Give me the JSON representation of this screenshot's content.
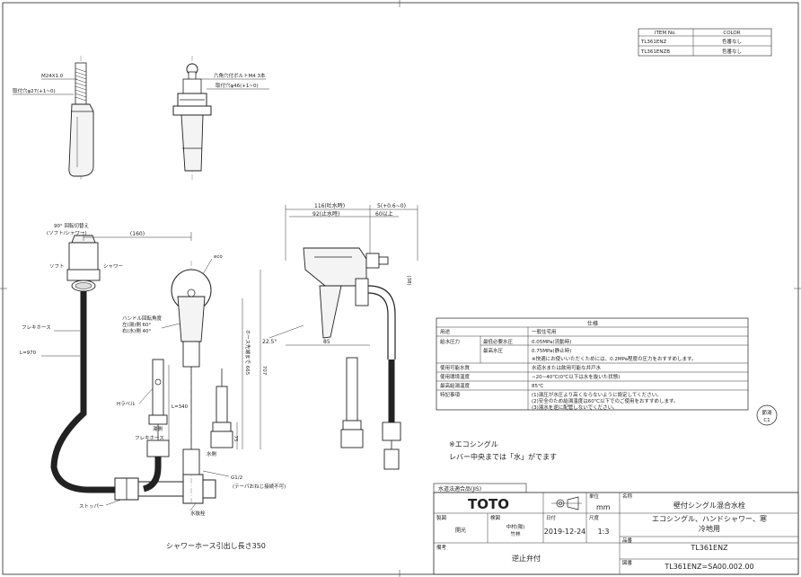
{
  "color_table": {
    "headers": [
      "ITEM No.",
      "COLOR"
    ],
    "rows": [
      [
        "TL361ENZ",
        "色番なし"
      ],
      [
        "TL361ENZB",
        "色番なし"
      ]
    ]
  },
  "top_labels": {
    "thread": "M24X1.0",
    "mount_hole_left": "取付穴φ27(+1~0)",
    "hex_bolt": "六角穴付ボルトM4 3本",
    "mount_hole_right": "取付穴φ46(+1~0)"
  },
  "dimensions": {
    "d116": "116(吐水時)",
    "d5": "5(+0.6~0)",
    "d92": "92(止水時)",
    "d60": "60以上",
    "d160": "(160)",
    "d38": "(38)",
    "d85": "85",
    "angle": "22.5°",
    "d665": "ホース先端まで 665",
    "d707": "707",
    "d75": "75",
    "l340": "L=340",
    "l970": "L=970"
  },
  "left_labels": {
    "rotation": "90° 回転切替え",
    "rotation_sub": "(ソフト/シャワー)",
    "soft": "ソフト",
    "shower": "シャワー",
    "flex_hose": "フレキホース",
    "handle_angle": "ハンドル回転角度",
    "handle_left": "左(湯)側 60°",
    "handle_right": "右(水)側 40°",
    "eco": "eco",
    "h_label": "Hラベル",
    "hot_side": "湯側",
    "flex_hose2": "フレキホース",
    "cold_side": "水側",
    "g12": "G1/2",
    "g12_sub": "(テーパおねじ接続不可)",
    "stopper": "ストッパー",
    "water_valve": "水抜栓",
    "shower_length": "シャワーホース引出し長さ350"
  },
  "spec": {
    "title": "仕様",
    "rows": [
      {
        "k1": "用途",
        "k2": "",
        "v": "一般住宅用"
      },
      {
        "k1": "給水圧力",
        "k2": "最低必要水圧",
        "v": "0.05MPa(流動時)"
      },
      {
        "k1": "",
        "k2": "最高水圧",
        "v": "0.75MPa(静止時)"
      },
      {
        "k1": "",
        "k2": "",
        "v": "※快適にお使いいただくためには、0.2MPa程度の圧力をおすすめします。"
      },
      {
        "k1": "使用可能水質",
        "k2": "",
        "v": "水道水または飲用可能な井戸水"
      },
      {
        "k1": "使用環境温度",
        "k2": "",
        "v": "−20~40℃(0℃以下は水を抜いた状態)"
      },
      {
        "k1": "最高給湯温度",
        "k2": "",
        "v": "85℃"
      },
      {
        "k1": "特記事項",
        "k2": "",
        "v": "(1)湯圧が水圧より高くならないように設定してください。"
      },
      {
        "k1": "",
        "k2": "",
        "v": "(2)安全のため給湯温度は60℃以下でのご使用をおすすめします。"
      },
      {
        "k1": "",
        "k2": "",
        "v": "(3)湯水を逆に配管しないでください。"
      }
    ]
  },
  "notes": {
    "eco_title": "※エコシングル",
    "eco_desc": "レバー中央までは「水」がでます"
  },
  "stamp": {
    "line1": "節湯",
    "line2": "C1"
  },
  "title_block": {
    "cert": "水道法適合品(JIS)",
    "brand": "TOTO",
    "unit_label": "単位",
    "unit": "mm",
    "name_label": "名称",
    "name1": "壁付シングル混合水栓",
    "name2": "エコシングル、ハンドシャワー、寒",
    "name3": "冷地用",
    "drawn_label": "製図",
    "drawn": "開光",
    "check_label": "検図",
    "check1": "中村(陽)",
    "check2": "竹林",
    "date_label": "日付",
    "date": "2019-12-24",
    "scale_label": "尺度",
    "scale": "1:3",
    "product_label": "品番",
    "product": "TL361ENZ",
    "remarks_label": "備考",
    "remarks": "逆止弁付",
    "drawing_label": "図番",
    "drawing": "TL361ENZ=SA00.002.00"
  }
}
